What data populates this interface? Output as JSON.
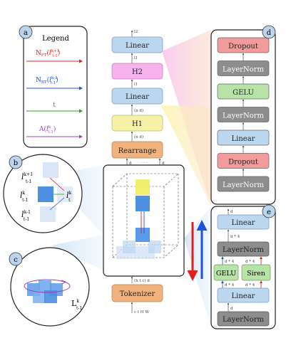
{
  "badges": {
    "a": "a",
    "b": "b",
    "c": "c",
    "d": "d",
    "e": "e"
  },
  "legend": {
    "title": "Legend",
    "items": [
      {
        "label": "N",
        "sub": "FT",
        "arg": "l",
        "sup": "k+1",
        "low": "t-1",
        "color": "#e02020"
      },
      {
        "label": "N",
        "sub": "BT",
        "arg": "l",
        "sup": "k-1",
        "low": "t-1",
        "color": "#2050e0"
      },
      {
        "label": "t",
        "color": "#20a020"
      },
      {
        "label": "A",
        "arg": "l",
        "sup": "k",
        "low": "t-1",
        "color": "#a040c0"
      }
    ]
  },
  "main_stack": {
    "top_label": "l2",
    "linear_top": "Linear",
    "h2_in": "l1",
    "h2": "H2",
    "linear_mid_in": "l1",
    "linear_mid": "Linear",
    "h1_in": "(n d)",
    "h1": "H1",
    "rearrange_in": "(n d)",
    "rearrange": "Rearrange",
    "rearrange_out_left": "d",
    "rearrange_out_dots": "· · ·",
    "rearrange_out_right": "d",
    "tokenizer_out": "(h t c) d",
    "tokenizer": "Tokenizer",
    "tokenizer_in": "c t H W"
  },
  "panel_b": {
    "l1": "l",
    "l1_sup": "k+1",
    "l1_sub": "t-1",
    "l2": "l",
    "l2_sup": "k",
    "l2_sub": "t-1",
    "l3": "l",
    "l3_sup": "k-1",
    "l3_sub": "t-1",
    "l4": "l",
    "l4_sup": "k",
    "l4_sub": "t"
  },
  "panel_c": {
    "label": "L",
    "sup": "k",
    "sub": "t-1"
  },
  "panel_d": {
    "blocks": [
      "Dropout",
      "LayerNorm",
      "GELU",
      "LayerNorm",
      "Linear",
      "Dropout",
      "LayerNorm"
    ]
  },
  "panel_e": {
    "linear_top": "Linear",
    "dim_top": "d",
    "dim_mid": "d * 4",
    "layernorm": "LayerNorm",
    "dim_left": "d * 4",
    "dim_right": "d * 4",
    "gelu": "GELU",
    "siren": "Siren",
    "dim_low_left": "d * 4",
    "dim_low_right": "d * 4",
    "linear_bottom": "Linear",
    "dim_bottom": "d",
    "layernorm_bottom": "LayerNorm"
  },
  "colors": {
    "blue_block": "#bcd7f0",
    "pink_block": "#f7b3ee",
    "yellow_block": "#f5f2a8",
    "orange_block": "#f2b27e",
    "red_block": "#f29b9b",
    "gray_block": "#8d8d8d",
    "green_block": "#b7e3a6",
    "badge": "#b9d4ec"
  }
}
